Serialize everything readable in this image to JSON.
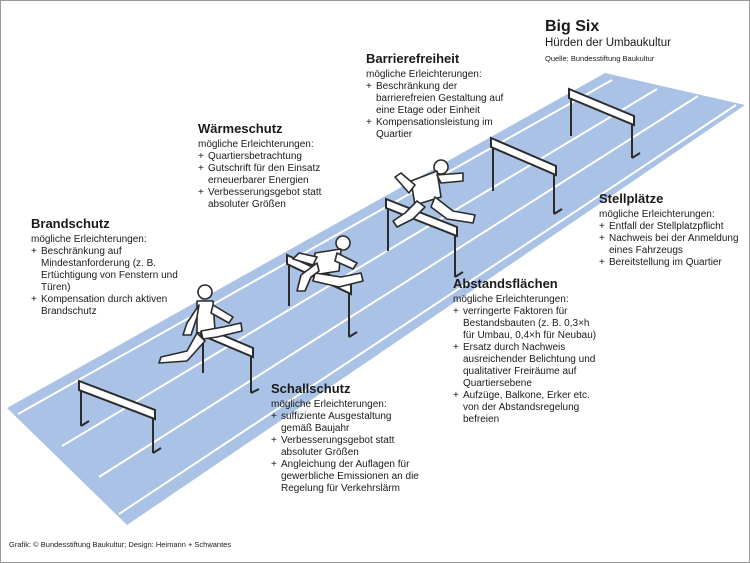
{
  "title": {
    "main": "Big Six",
    "subtitle": "Hürden der Umbaukultur",
    "source": "Quelle: Bundesstiftung Baukultur"
  },
  "sections": {
    "brandschutz": {
      "heading": "Brandschutz",
      "intro": "mögliche Erleichterungen:",
      "items": [
        "Beschränkung auf Mindestanforderung (z. B. Ertüchtigung von Fenstern und Türen)",
        "Kompensation durch aktiven Brandschutz"
      ]
    },
    "waermeschutz": {
      "heading": "Wärmeschutz",
      "intro": "mögliche Erleichterungen:",
      "items": [
        "Quartiersbetrachtung",
        "Gutschrift für den Einsatz erneuerbarer Energien",
        "Verbesserungsgebot statt absoluter Größen"
      ]
    },
    "barrierefreiheit": {
      "heading": "Barrierefreiheit",
      "intro": "mögliche Erleichterungen:",
      "items": [
        "Beschränkung der barrierefreien Gestaltung auf eine Etage oder Einheit",
        "Kompensationsleistung im Quartier"
      ]
    },
    "stellplaetze": {
      "heading": "Stellplätze",
      "intro": "mögliche Erleichterungen:",
      "items": [
        "Entfall der Stellplatzpflicht",
        "Nachweis bei der Anmeldung eines Fahrzeugs",
        "Bereitstellung im Quartier"
      ]
    },
    "abstandsflaechen": {
      "heading": "Abstandsflächen",
      "intro": "mögliche Erleichterungen:",
      "items": [
        "verringerte Faktoren für Bestandsbauten (z. B. 0,3×h für Umbau, 0,4×h für Neubau)",
        "Ersatz durch Nachweis ausreichender Belichtung und qualitativer Freiräume auf Quartiersebene",
        "Aufzüge, Balkone, Erker etc. von der Abstandsregelung befreien"
      ]
    },
    "schallschutz": {
      "heading": "Schallschutz",
      "intro": "mögliche Erleichterungen:",
      "items": [
        "suffiziente Ausgestaltung gemäß Baujahr",
        "Verbesserungsgebot statt absoluter Größen",
        "Angleichung der Auflagen für gewerbliche Emissionen an die Regelung für Verkehrslärm"
      ]
    }
  },
  "credit": "Grafik: © Bundesstiftung Baukultur; Design: Heimann + Schwantes",
  "colors": {
    "track": "#a9c2e6",
    "lane_line": "#ffffff",
    "hurdle": "#2b2b2b",
    "athlete": "#ffffff"
  }
}
